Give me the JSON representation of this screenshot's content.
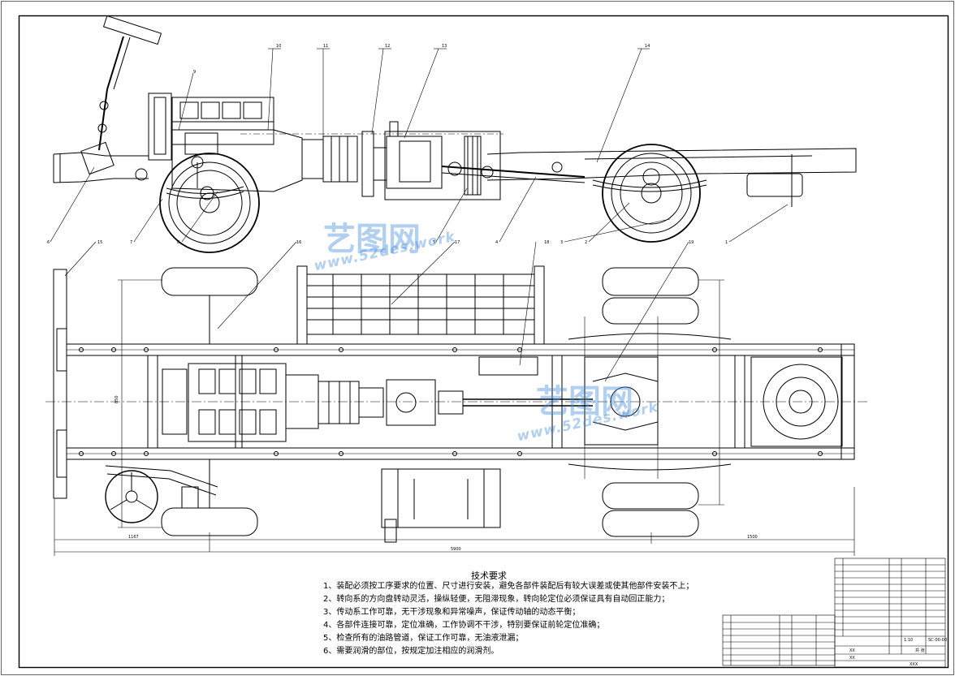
{
  "drawing": {
    "callouts": [
      "1",
      "2",
      "3",
      "4",
      "5",
      "6",
      "7",
      "8",
      "9",
      "10",
      "11",
      "12",
      "13",
      "14",
      "15",
      "16",
      "17",
      "18",
      "19"
    ],
    "dimensions": {
      "overall_length": "5900",
      "front_overhang": "1167",
      "wheelbase": "1500",
      "frame_width": "850"
    }
  },
  "technical_requirements": {
    "title": "技术要求",
    "items": [
      "1、装配必须按工序要求的位置、尺寸进行安装，避免各部件装配后有较大误差或使其他部件安装不上；",
      "2、转向系的方向盘转动灵活，操纵轻便，无阻滞现象，转向轮定位必须保证具有自动回正能力；",
      "3、传动系工作可靠，无干涉现象和异常噪声，保证传动轴的动态平衡；",
      "4、各部件连接可靠，定位准确，工作协调不干涉，特别要保证前轮定位准确；",
      "5、检查所有的油路管道，保证工作可靠，无油液泄漏；",
      "6、需要润滑的部位，按规定加注相应的润滑剂。"
    ]
  },
  "title_block": {
    "drawing_number": "SC-00-00",
    "scale": "1:10",
    "sheet_label": "共 张",
    "name_text": "XX",
    "designer": "XX",
    "footer": "XXX"
  },
  "watermarks": {
    "brand": "艺图网",
    "url": "www.52des.work"
  },
  "colors": {
    "line": "#000000",
    "watermark": "#4a8edc"
  }
}
